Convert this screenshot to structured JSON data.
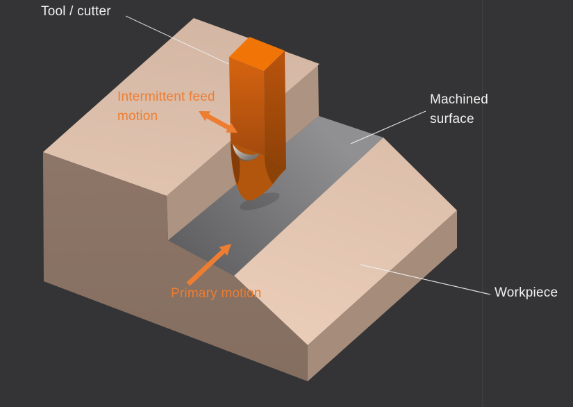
{
  "diagram": {
    "description_labels": {
      "tool_cutter": "Tool / cutter",
      "intermittent_feed": "Intermittent feed motion",
      "machined_surface": "Machined surface",
      "primary_motion": "Primary motion",
      "workpiece": "Workpiece"
    },
    "colors": {
      "background": "#343436",
      "annotation_orange": "#ed7d31",
      "label_white": "#f2f2f2",
      "workpiece_top_light": "#d9bca8",
      "workpiece_front": "#8a7366",
      "step_wall": "#ad9381",
      "right_side": "#a68c7b",
      "machined_gray": "#76767a",
      "tool_top": "#f17506",
      "tool_front": "#d06010",
      "tool_side": "#a94d0b",
      "tool_tip": "#b2550d",
      "chip_silver": "#d6cec6"
    }
  }
}
